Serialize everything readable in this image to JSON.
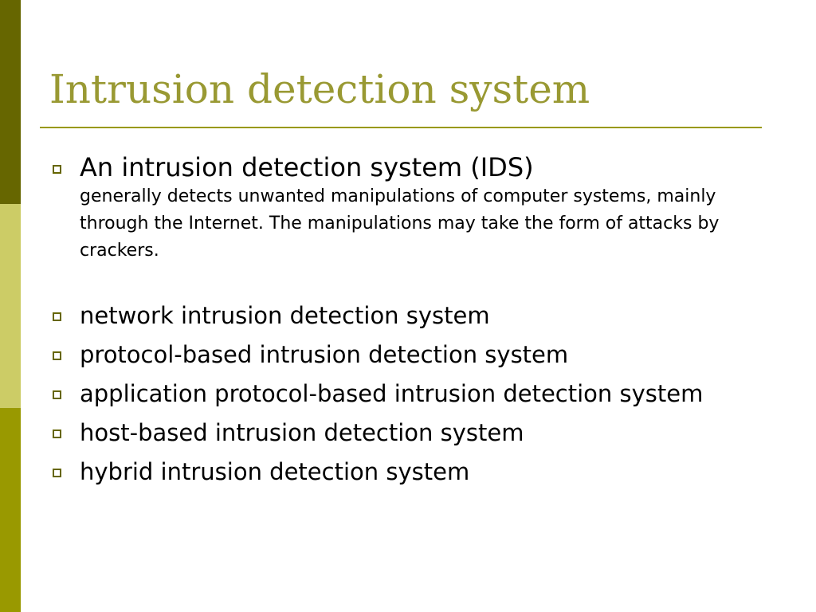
{
  "slide": {
    "title": "Intrusion detection system",
    "accent_colors": {
      "title": "#999933",
      "rule": "#999900",
      "bar_top": "#666600",
      "bar_mid": "#cccc66",
      "bar_bottom": "#999900"
    },
    "bullet_icon": "hollow-square-bullet",
    "lead_bullet": {
      "main": "An intrusion detection system (IDS)",
      "detail": "generally detects unwanted manipulations of computer systems, mainly through the Internet. The manipulations may take the form of attacks by crackers."
    },
    "bullets": [
      "network intrusion detection system",
      "protocol-based intrusion detection system",
      "application protocol-based intrusion detection system",
      "host-based intrusion detection system",
      "hybrid intrusion detection system"
    ]
  }
}
